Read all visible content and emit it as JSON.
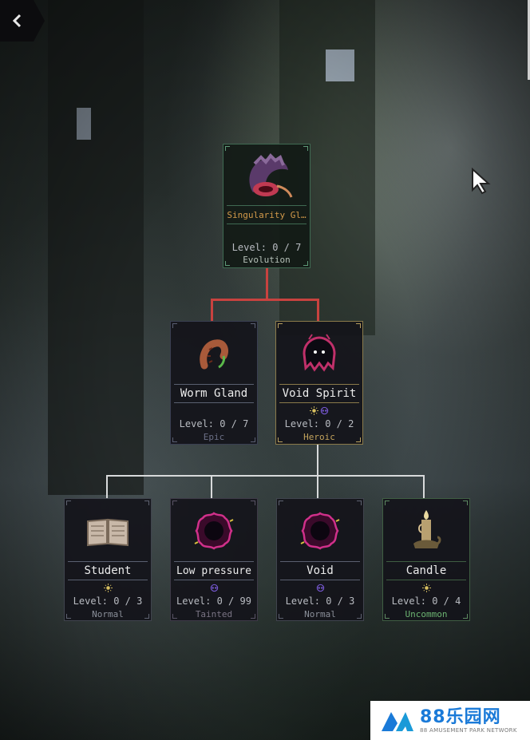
{
  "back_button": {
    "icon": "chevron-left-icon"
  },
  "colors": {
    "connector_evolution": "#c8423f",
    "connector_base": "#d8dadb",
    "epic": "#6b6f86",
    "heroic": "#c2a25c",
    "normal": "#8a8f99",
    "tainted": "#7a7484",
    "uncommon": "#6cb472",
    "evolution": "#b5c0b8",
    "evolution_name": "#d39a4a"
  },
  "tree": {
    "evolution": {
      "name": "Singularity Gl…",
      "level": "Level: 0 / 7",
      "rarity": "Evolution",
      "icon": "singularity-gland-icon"
    },
    "parents": [
      {
        "id": "worm-gland",
        "name": "Worm Gland",
        "level": "Level: 0 / 7",
        "rarity": "Epic",
        "icon": "worm-gland-icon",
        "stars": []
      },
      {
        "id": "void-spirit",
        "name": "Void Spirit",
        "level": "Level: 0 / 2",
        "rarity": "Heroic",
        "icon": "void-spirit-icon",
        "stars": [
          "sun-icon",
          "void-sigil-icon"
        ]
      }
    ],
    "children": [
      {
        "id": "student",
        "name": "Student",
        "level": "Level: 0 / 3",
        "rarity": "Normal",
        "icon": "book-icon",
        "stars": [
          "sun-icon"
        ]
      },
      {
        "id": "low-pressure",
        "name": "Low pressure",
        "level": "Level: 0 / 99",
        "rarity": "Tainted",
        "icon": "void-orb-icon",
        "stars": [
          "void-sigil-icon"
        ]
      },
      {
        "id": "void",
        "name": "Void",
        "level": "Level: 0 / 3",
        "rarity": "Normal",
        "icon": "void-orb-icon",
        "stars": [
          "void-sigil-icon"
        ]
      },
      {
        "id": "candle",
        "name": "Candle",
        "level": "Level: 0 / 4",
        "rarity": "Uncommon",
        "icon": "candle-icon",
        "stars": [
          "sun-icon"
        ]
      }
    ]
  },
  "watermark": {
    "main": "88乐园网",
    "sub": "88 AMUSEMENT PARK NETWORK"
  }
}
